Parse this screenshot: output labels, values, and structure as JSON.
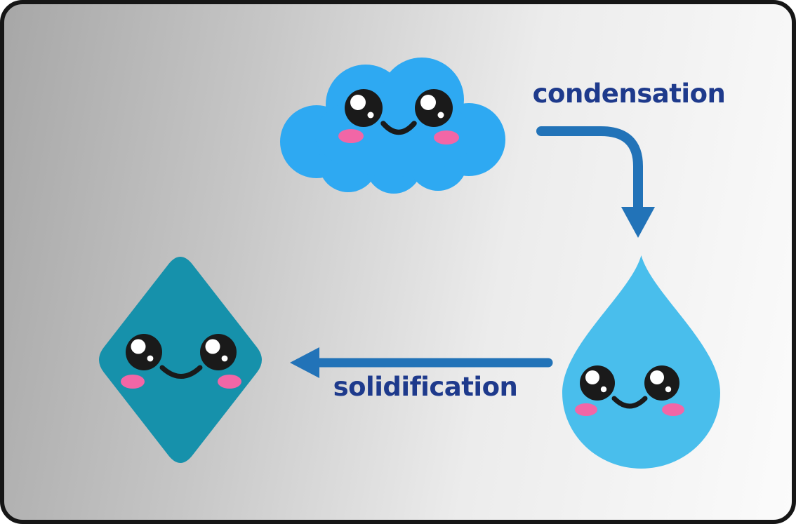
{
  "diagram": {
    "kind": "cute-water-states-diagram",
    "labels": {
      "condensation": "condensation",
      "solidification": "solidification"
    },
    "characters": [
      {
        "name": "cloud-icon",
        "shape": "cloud with smiling face"
      },
      {
        "name": "water-drop-icon",
        "shape": "water droplet with smiling face"
      },
      {
        "name": "ice-crystal-icon",
        "shape": "rounded diamond with smiling face"
      }
    ],
    "arrows": [
      {
        "name": "condensation-arrow-icon",
        "from": "cloud",
        "to": "water-drop",
        "direction": "curves right then down"
      },
      {
        "name": "solidification-arrow-icon",
        "from": "water-drop",
        "to": "ice-crystal",
        "direction": "left"
      }
    ]
  },
  "colors": {
    "cloud_blue": "#2EA9F2",
    "droplet_blue": "#49BEEC",
    "crystal_teal": "#1691AB",
    "arrow_blue": "#2273B8",
    "label_navy": "#1E3A8C",
    "cheek_pink": "#F266A6",
    "eye_black": "#1A1A1A",
    "highlight_white": "#FFFFFF",
    "border_black": "#161616",
    "background_left": "#A7A7A7",
    "background_right": "#FBFBFB"
  }
}
